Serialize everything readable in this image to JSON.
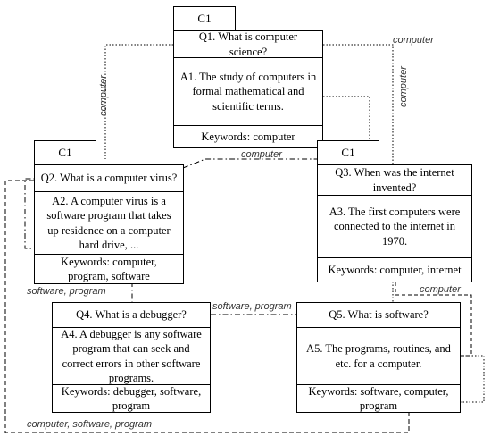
{
  "cards": {
    "q1": {
      "tab": "C1",
      "question": "Q1. What is computer science?",
      "answer": "A1. The study of computers in formal mathematical and scientific terms.",
      "keywords": "Keywords: computer"
    },
    "q2": {
      "tab": "C1",
      "question": "Q2. What is a computer virus?",
      "answer": "A2. A computer virus is a software program that takes up residence on a computer hard drive, ...",
      "keywords": "Keywords: computer, program, software"
    },
    "q3": {
      "tab": "C1",
      "question": "Q3. When was the internet invented?",
      "answer": "A3. The first computers were connected to the internet in 1970.",
      "keywords": "Keywords: computer, internet"
    },
    "q4": {
      "question": "Q4. What is a debugger?",
      "answer": "A4. A debugger is any software program that can seek and correct errors in other software programs.",
      "keywords": "Keywords: debugger, software, program"
    },
    "q5": {
      "question": "Q5. What is software?",
      "answer": "A5. The programs, routines, and etc. for a computer.",
      "keywords": "Keywords: software, computer, program"
    }
  },
  "edge_labels": {
    "q1_q5": "computer",
    "q1_q2": "computer",
    "q1_q3": "computer",
    "q2_q3": "computer",
    "q2_q4": "software, program",
    "q4_q5": "software, program",
    "q3_q5": "computer",
    "q2_q5": "computer, software, program"
  }
}
